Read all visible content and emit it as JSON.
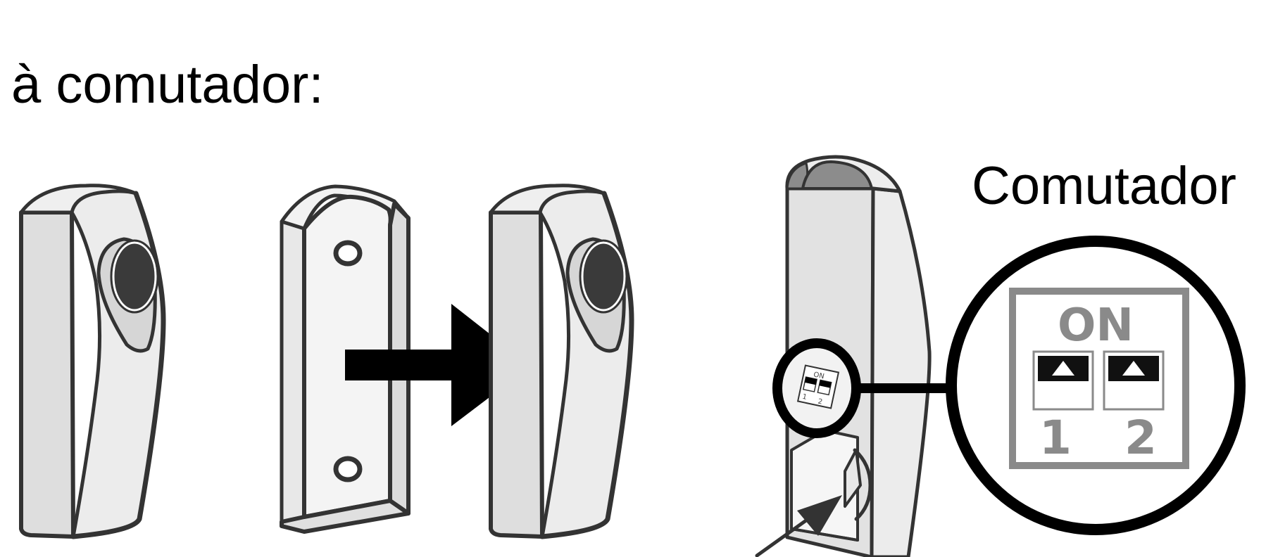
{
  "heading": "à comutador:",
  "callout": {
    "label": "Comutador",
    "switch_on_label": "ON",
    "switch_1_label": "1",
    "switch_2_label": "2"
  },
  "colors": {
    "outline": "#333333",
    "body_fill": "#e2e2e2",
    "highlight_fill": "#f4f4f4",
    "lens_fill": "#3a3a3a",
    "cap_fill": "#8c8c8c",
    "switch_gray": "#8a8a8a",
    "arrow": "#000000"
  },
  "icons": [
    "sensor-front",
    "mounting-plate",
    "arrow-right",
    "sensor-mounted",
    "sensor-side-open",
    "dip-switch-zoom"
  ]
}
